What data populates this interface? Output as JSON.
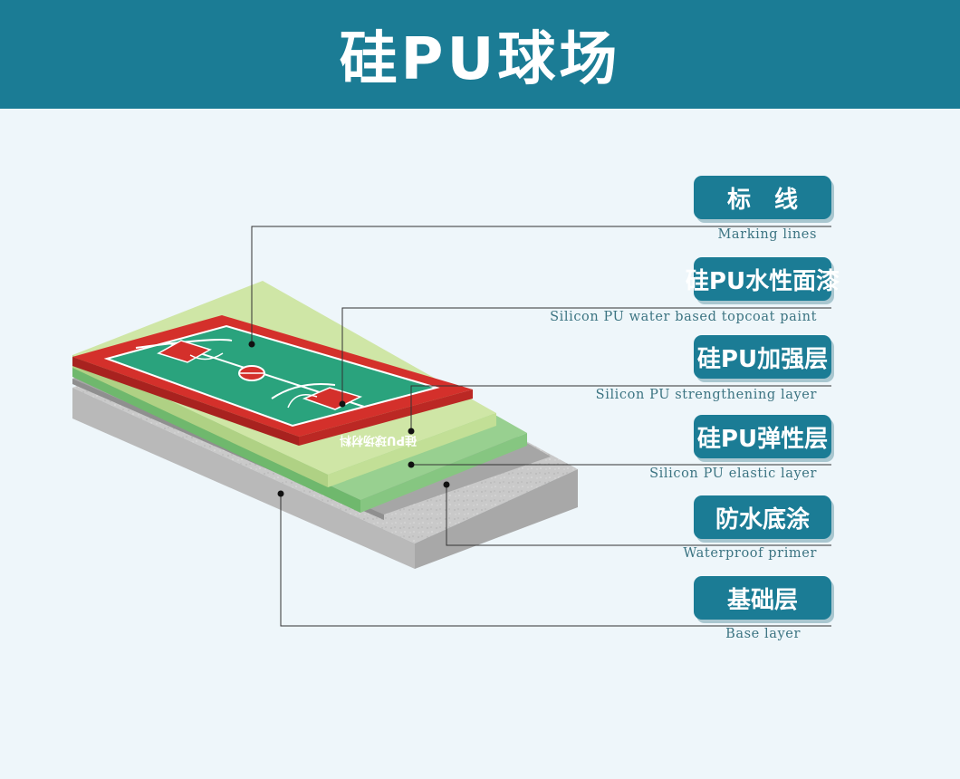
{
  "header": {
    "title": "硅PU球场"
  },
  "court": {
    "text": "硅PU球场材料"
  },
  "layers": [
    {
      "name_cn": "标　线",
      "name_en": "Marking lines"
    },
    {
      "name_cn": "硅PU水性面漆",
      "name_en": "Silicon PU water based topcoat paint"
    },
    {
      "name_cn": "硅PU加强层",
      "name_en": "Silicon PU strengthening layer"
    },
    {
      "name_cn": "硅PU弹性层",
      "name_en": "Silicon PU elastic layer"
    },
    {
      "name_cn": "防水底涂",
      "name_en": "Waterproof primer"
    },
    {
      "name_cn": "基础层",
      "name_en": "Base layer"
    }
  ],
  "colors": {
    "header_bg": "#1b7c95",
    "pill_bg": "#1b7c95",
    "court_green": "#2aa37d",
    "court_red": "#d4302b",
    "base_gray": "#cfcfcf"
  }
}
